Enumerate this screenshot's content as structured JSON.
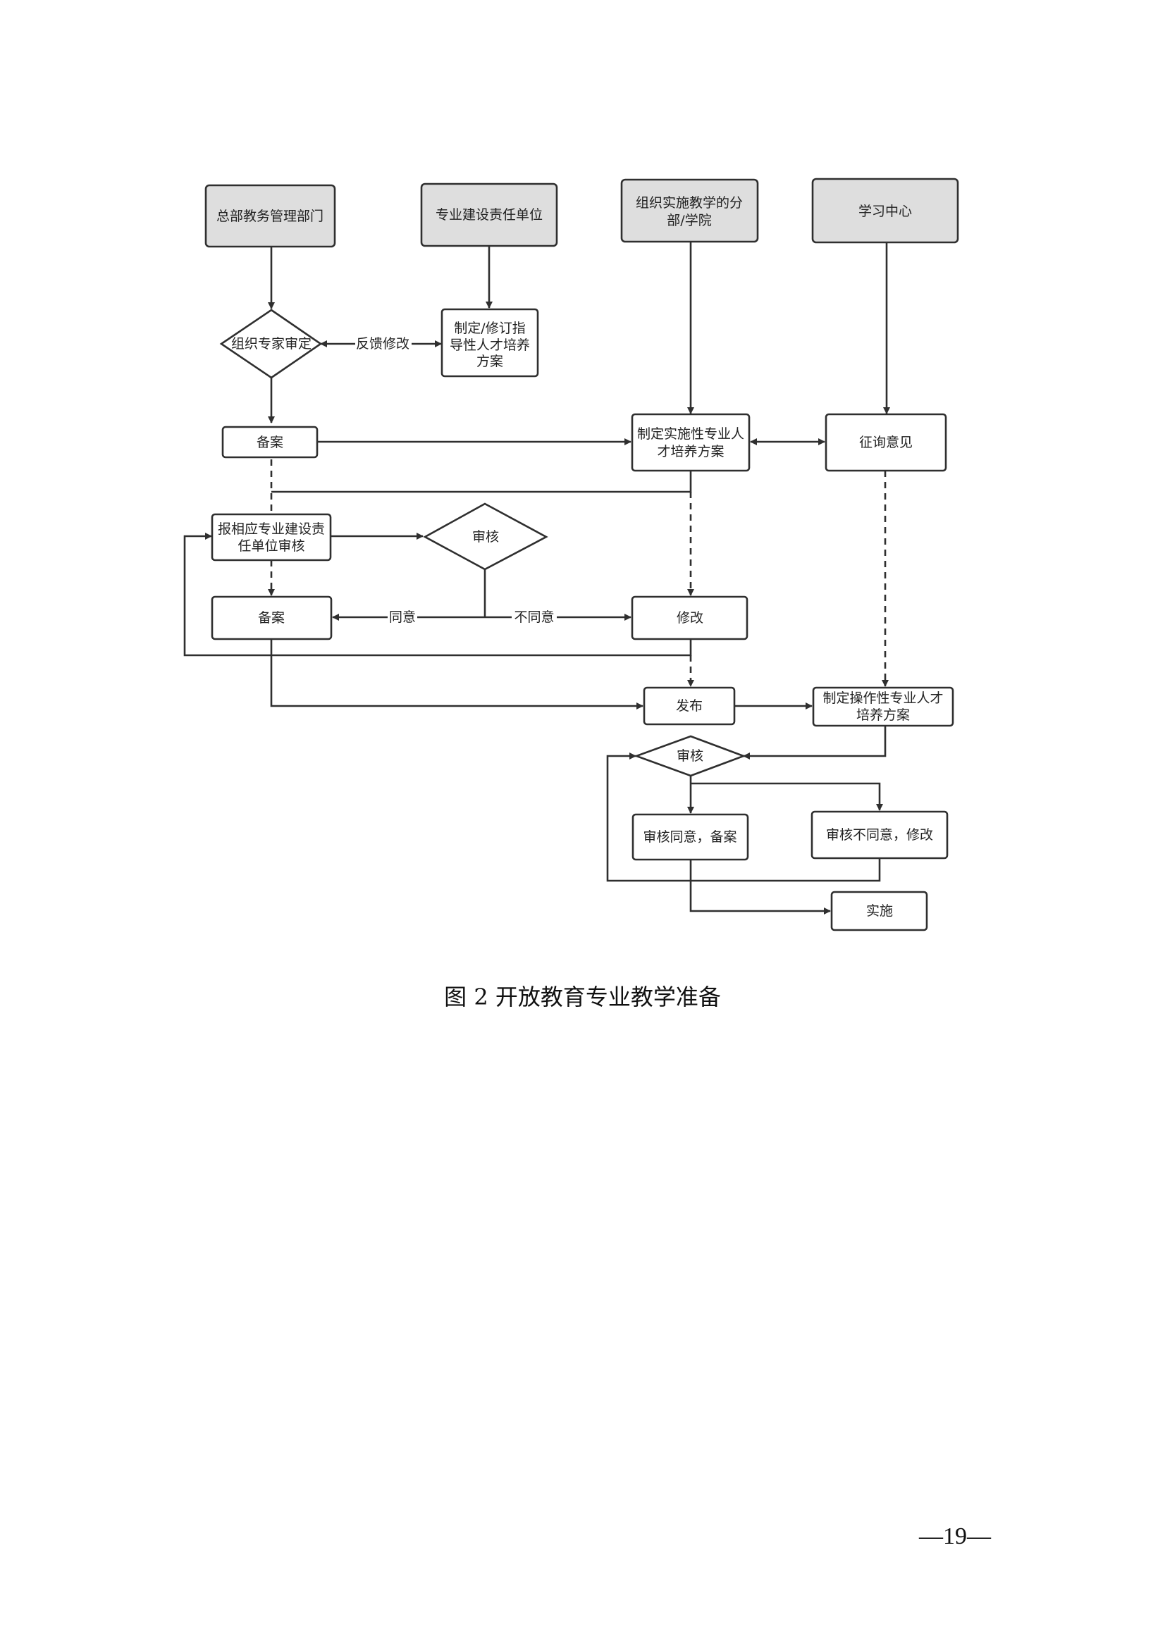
{
  "flowchart": {
    "headers": {
      "hq_academic": "总部教务管理部门",
      "major_unit": "专业建设责任单位",
      "branch": [
        "组织实施教学的分",
        "部/学院"
      ],
      "learning_center": "学习中心"
    },
    "nodes": {
      "expert_review": "组织专家审定",
      "formulate_guiding": [
        "制定/修订指",
        "导性人才培养",
        "方案"
      ],
      "record_1": "备案",
      "formulate_implementing": [
        "制定实施性专业人",
        "才培养方案"
      ],
      "solicit": "征询意见",
      "report_review": [
        "报相应专业建设责",
        "任单位审核"
      ],
      "review_1": "审核",
      "record_2": "备案",
      "revise_1": "修改",
      "publish": "发布",
      "formulate_operational": [
        "制定操作性专业人才",
        "培养方案"
      ],
      "review_2": "审核",
      "approve_record": "审核同意，备案",
      "reject_revise": "审核不同意，修改",
      "implement": "实施"
    },
    "edge_labels": {
      "feedback": "反馈修改",
      "agree": "同意",
      "disagree": "不同意"
    }
  },
  "caption": "图 2  开放教育专业教学准备",
  "page_number": "—19—"
}
